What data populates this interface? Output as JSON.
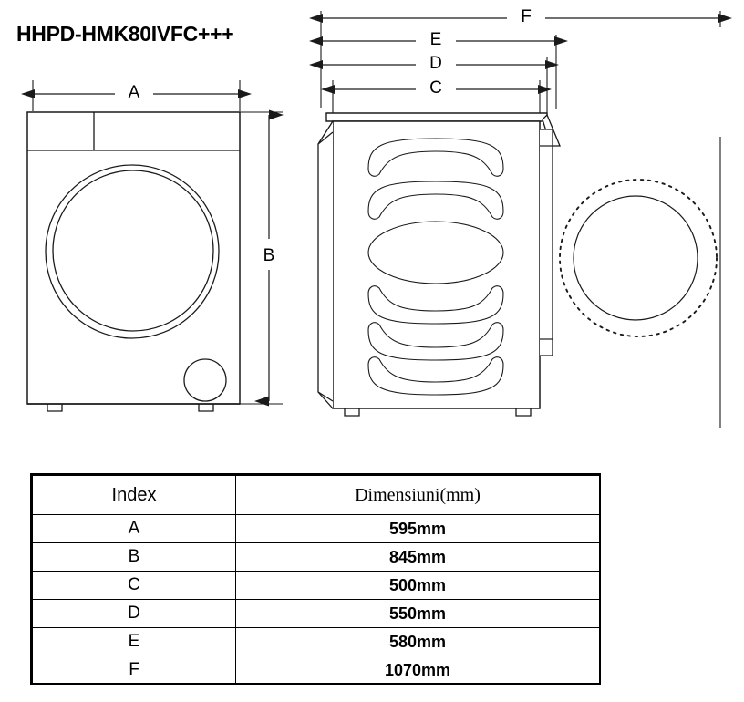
{
  "title": "HHPD-HMK80IVFC+++",
  "diagram": {
    "front_view": {
      "name": "front-view",
      "dimension_width_label": "A",
      "dimension_height_label": "B"
    },
    "side_view": {
      "name": "side-view",
      "dimension_labels": [
        "C",
        "D",
        "E",
        "F"
      ]
    },
    "door_open": {
      "name": "door-open-swing"
    }
  },
  "dimension_labels": {
    "A": "A",
    "B": "B",
    "C": "C",
    "D": "D",
    "E": "E",
    "F": "F"
  },
  "table": {
    "headers": [
      "Index",
      "Dimensiuni(mm)"
    ],
    "rows": [
      {
        "index": "A",
        "value": "595mm"
      },
      {
        "index": "B",
        "value": "845mm"
      },
      {
        "index": "C",
        "value": "500mm"
      },
      {
        "index": "D",
        "value": "550mm"
      },
      {
        "index": "E",
        "value": "580mm"
      },
      {
        "index": "F",
        "value": "1070mm"
      }
    ]
  },
  "colors": {
    "line": "#000000",
    "background": "#ffffff"
  }
}
